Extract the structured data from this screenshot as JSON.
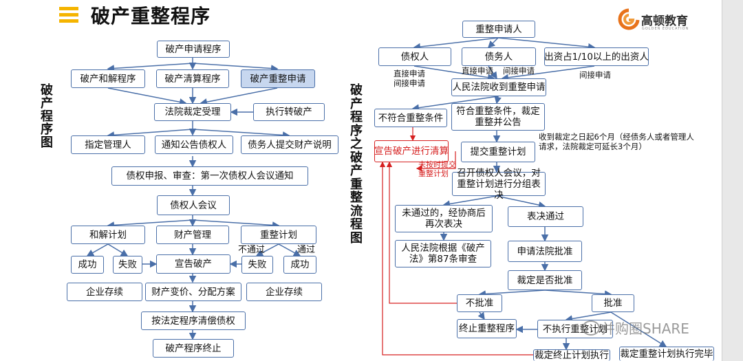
{
  "header": {
    "title": "破产重整程序",
    "logo_name": "高顿教育",
    "logo_sub": "GOLDEN EDUCATION",
    "accent_color": "#f5b400"
  },
  "left": {
    "vertical_title": "破产程序图",
    "nodes": {
      "apply": "破产申请程序",
      "reconcile": "破产和解程序",
      "liquidation": "破产清算程序",
      "reorg_apply": "破产重整申请",
      "court_accept": "法院裁定受理",
      "exec_to_bankrupt": "执行转破产",
      "appoint_admin": "指定管理人",
      "notify_creditors": "通知公告债权人",
      "debtor_explain": "债务人提交财产说明",
      "claim_review": "债权申报、审查：第一次债权人会议通知",
      "creditor_meeting": "债权人会议",
      "settlement_plan": "和解计划",
      "property_mgmt": "财产管理",
      "reorg_plan": "重整计划",
      "success1": "成功",
      "fail1": "失败",
      "declare_bankrupt": "宣告破产",
      "fail2": "失败",
      "success2": "成功",
      "enterprise_survive1": "企业存续",
      "asset_sale": "财产变价、分配方案",
      "enterprise_survive2": "企业存续",
      "repay_claims": "按法定程序清偿债权",
      "terminate": "破产程序终止"
    },
    "labels": {
      "not_passed": "不通过",
      "passed": "通过"
    }
  },
  "right": {
    "vertical_title": "破产程序之破产重整流程图",
    "nodes": {
      "applicant": "重整申请人",
      "creditor": "债权人",
      "debtor": "债务人",
      "investor": "出资占1/10以上的出资人",
      "court_receive": "人民法院收到重整申请",
      "not_meet": "不符合重整条件",
      "meet": "符合重整条件，裁定重整并公告",
      "declare_liquidation": "宣告破产进行清算",
      "submit_plan": "提交重整计划",
      "meeting_vote": "召开债权人会议，对重整计划进行分组表决",
      "not_passed": "未通过的，经协商后再次表决",
      "vote_passed": "表决通过",
      "court_review": "人民法院根据《破产法》第87条审查",
      "apply_approval": "申请法院批准",
      "approve_decision": "裁定是否批准",
      "not_approved": "不批准",
      "approved": "批准",
      "terminate_reorg": "终止重整程序",
      "not_execute": "不执行重整计划",
      "terminate_execution": "裁定终止计划执行",
      "execution_complete": "裁定重整计划执行完毕"
    },
    "labels": {
      "direct_apply": "直接申请",
      "indirect_apply": "间接申请",
      "deadline_note": "收到裁定之日起6个月（经债务人或者管理人请求，法院裁定可延长3个月）",
      "not_submitted": "未按时提交重整计划"
    },
    "line_color": "#d62020"
  },
  "watermark": "并购圈SHARE"
}
